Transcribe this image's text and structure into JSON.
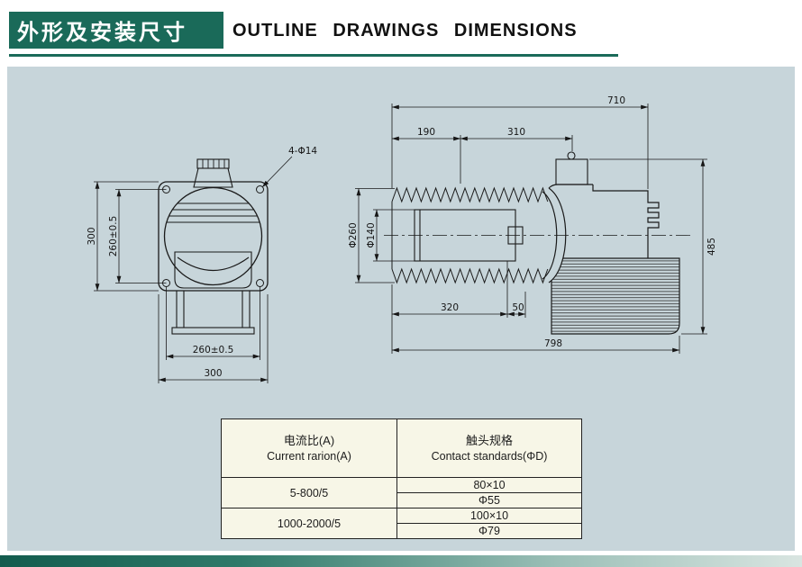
{
  "header": {
    "title_cn": "外形及安装尺寸",
    "title_en": "OUTLINE  DRAWINGS  DIMENSIONS"
  },
  "front": {
    "dims": {
      "height": "300",
      "hole_v": "260±0.5",
      "hole_h": "260±0.5",
      "width": "300"
    },
    "note": "4-Φ14"
  },
  "side": {
    "dims": {
      "total": "710",
      "d190": "190",
      "d310": "310",
      "fin_dia": "Φ260",
      "tube_dia": "Φ140",
      "d320": "320",
      "d50": "50",
      "d798": "798",
      "height": "485"
    }
  },
  "table": {
    "col1_cn": "电流比(A)",
    "col1_en": "Current rarion(A)",
    "col2_cn": "触头规格",
    "col2_en": "Contact standards(ΦD)",
    "rows": [
      {
        "ratio": "5-800/5",
        "spec_a": "80×10",
        "spec_b": "Φ55"
      },
      {
        "ratio": "1000-2000/5",
        "spec_a": "100×10",
        "spec_b": "Φ79"
      }
    ]
  },
  "colors": {
    "accent_teal": "#1a6a59",
    "panel_bg": "#c7d5da",
    "table_bg": "#f7f6e7"
  }
}
